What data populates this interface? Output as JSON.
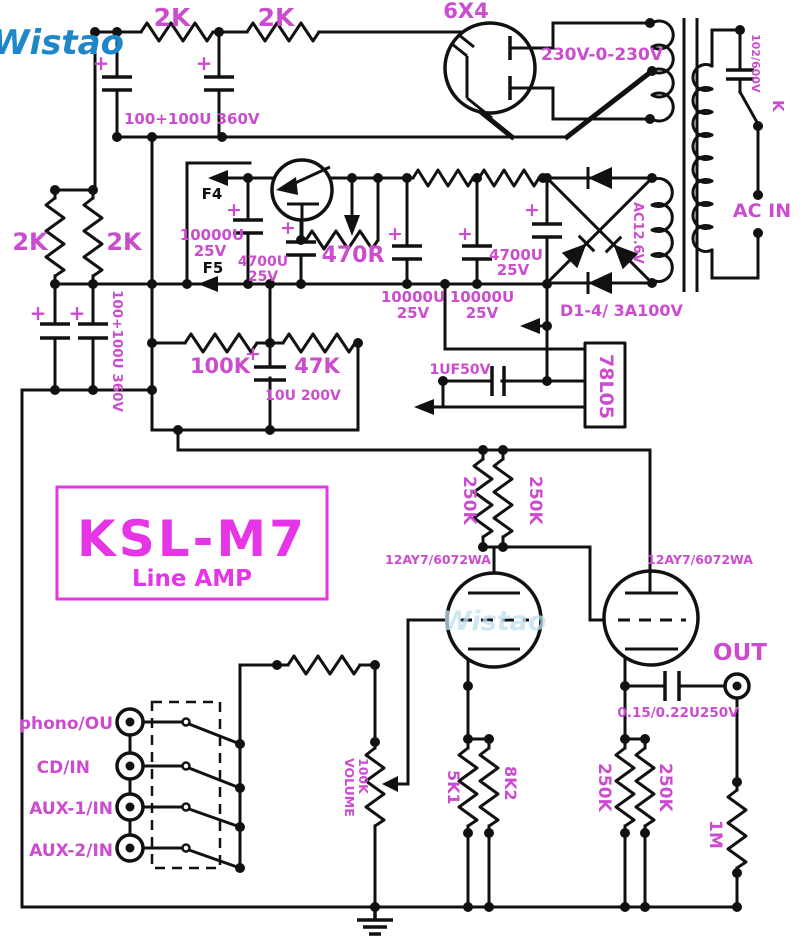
{
  "labels": {
    "logo": "Wistao",
    "watermark": "Wistao",
    "title": "KSL-M7",
    "subtitle": "Line AMP",
    "tube_6x4": "6X4",
    "r_top1": "2K",
    "r_top2": "2K",
    "cap_top": "100+100U 360V",
    "hv_winding": "230V-0-230V",
    "snubber": "102/600V",
    "switch_k": "K",
    "ac_in": "AC IN",
    "heater_winding": "AC12.6V",
    "diode_note": "D1-4/ 3A100V",
    "regulator": "78L05",
    "reg_cap": "1UF50V",
    "r_left1": "2K",
    "r_left2": "2K",
    "cap_left": "100+100U 360V",
    "f4": "F4",
    "f5": "F5",
    "c1a": "10000U",
    "c1b": "25V",
    "c2a": "4700U",
    "c2b": "25V",
    "pot470": "470R",
    "c3a": "10000U",
    "c3b": "25V",
    "c4a": "10000U",
    "c4b": "25V",
    "c5a": "4700U",
    "c5b": "25V",
    "r100k": "100K",
    "r47k": "47K",
    "c10u": "10U 200V",
    "rp1": "250K",
    "rp2": "250K",
    "tube1": "12AY7/6072WA",
    "tube2": "12AY7/6072WA",
    "vol1": "VOLUME",
    "vol2": "100K",
    "rk1": "5K1",
    "rk2": "8K2",
    "ro1": "250K",
    "ro2": "250K",
    "rg": "1M",
    "coupling_cap": "0.15/0.22U250V",
    "out": "OUT",
    "in1": "phono/OU",
    "in2": "CD/IN",
    "in3": "AUX-1/IN",
    "in4": "AUX-2/IN",
    "plus": "+"
  },
  "colors": {
    "label": "#cc4ccf",
    "title": "#e635e6",
    "wire": "#111111",
    "logo": "#1d87c9"
  }
}
